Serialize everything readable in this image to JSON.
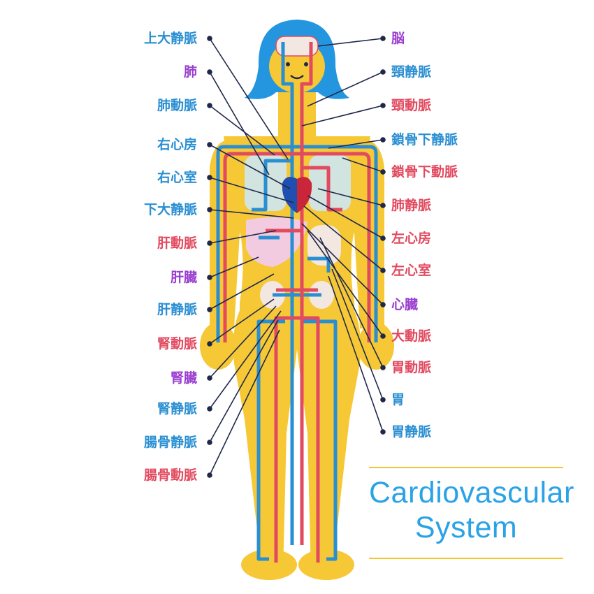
{
  "colors": {
    "vein": "#2a8fd2",
    "artery": "#e24a5f",
    "organ": "#9b3fd0",
    "body": "#f6c836",
    "hair": "#2496e0",
    "leader": "#20284a",
    "title": "#2aa2e6",
    "rule": "#f2c62f"
  },
  "labels_left": [
    {
      "text": "上大静脈",
      "kind": "vein"
    },
    {
      "text": "肺",
      "kind": "organ"
    },
    {
      "text": "肺動脈",
      "kind": "vein"
    },
    {
      "text": "右心房",
      "kind": "vein"
    },
    {
      "text": "右心室",
      "kind": "vein"
    },
    {
      "text": "下大静脈",
      "kind": "vein"
    },
    {
      "text": "肝動脈",
      "kind": "artery"
    },
    {
      "text": "肝臓",
      "kind": "organ"
    },
    {
      "text": "肝静脈",
      "kind": "vein"
    },
    {
      "text": "腎動脈",
      "kind": "artery"
    },
    {
      "text": "腎臓",
      "kind": "organ"
    },
    {
      "text": "腎静脈",
      "kind": "vein"
    },
    {
      "text": "腸骨静脈",
      "kind": "vein"
    },
    {
      "text": "腸骨動脈",
      "kind": "artery"
    }
  ],
  "labels_right": [
    {
      "text": "脳",
      "kind": "organ"
    },
    {
      "text": "頸静脈",
      "kind": "vein"
    },
    {
      "text": "頸動脈",
      "kind": "artery"
    },
    {
      "text": "鎖骨下静脈",
      "kind": "vein"
    },
    {
      "text": "鎖骨下動脈",
      "kind": "artery"
    },
    {
      "text": "肺静脈",
      "kind": "artery"
    },
    {
      "text": "左心房",
      "kind": "artery"
    },
    {
      "text": "左心室",
      "kind": "artery"
    },
    {
      "text": "心臓",
      "kind": "organ"
    },
    {
      "text": "大動脈",
      "kind": "artery"
    },
    {
      "text": "胃動脈",
      "kind": "artery"
    },
    {
      "text": "胃",
      "kind": "vein"
    },
    {
      "text": "胃静脈",
      "kind": "vein"
    }
  ],
  "title": {
    "line1": "Cardiovascular",
    "line2": "System"
  }
}
